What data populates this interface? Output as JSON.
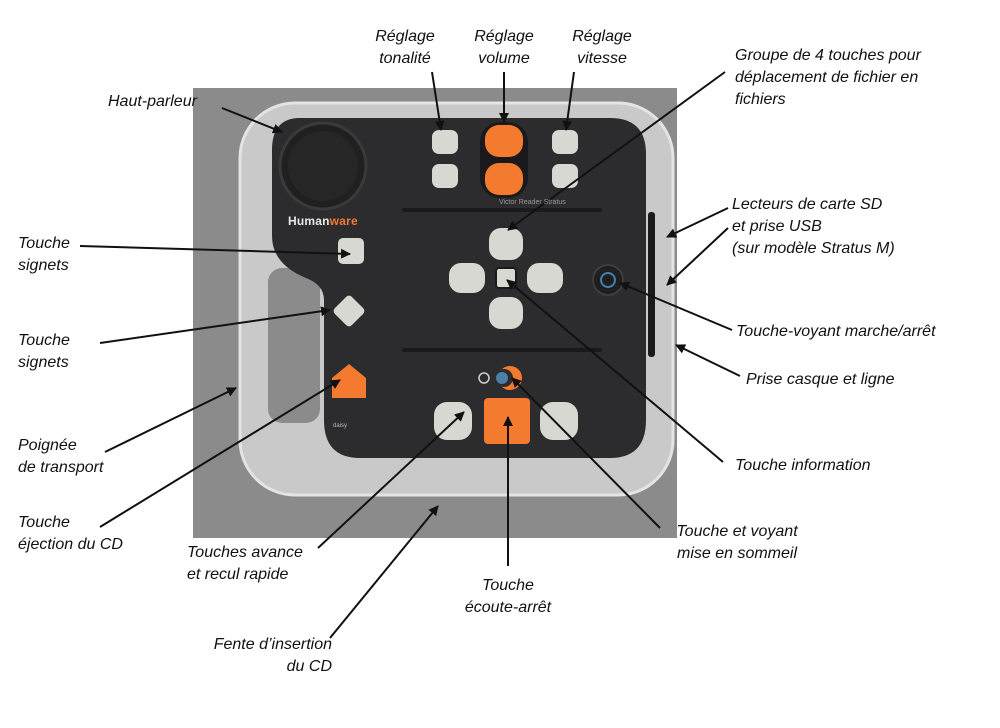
{
  "device": {
    "brand_part1": "Human",
    "brand_part2": "ware",
    "model_text": "Victor Reader Stratus",
    "daisy_text": "daisy"
  },
  "colors": {
    "accent_orange": "#f47a30",
    "body_dark": "#2c2c2e",
    "frame_gray": "#c9c9c9",
    "background_gray": "#8b8b8b"
  },
  "labels": {
    "haut_parleur": "Haut-parleur",
    "reglage_tonalite": "Réglage\ntonalité",
    "reglage_volume": "Réglage\nvolume",
    "reglage_vitesse": "Réglage\nvitesse",
    "groupe_touches": "Groupe de 4 touches pour\ndéplacement de fichier en\nfichiers",
    "lecteurs_carte": "Lecteurs de carte SD\net prise USB\n(sur modèle Stratus M)",
    "touche_signets_1": "Touche\nsignets",
    "touche_signets_2": "Touche\nsignets",
    "touche_voyant": "Touche-voyant marche/arrêt",
    "prise_casque": "Prise casque et ligne",
    "poignee": "Poignée\nde transport",
    "touche_information": "Touche information",
    "touche_ejection": "Touche\néjection du CD",
    "touche_sommeil": "Touche et voyant\nmise en sommeil",
    "touches_avance": "Touches avance\net recul rapide",
    "touche_ecoute": "Touche\nécoute-arrêt",
    "fente_insertion": "Fente d’insertion\ndu CD"
  }
}
